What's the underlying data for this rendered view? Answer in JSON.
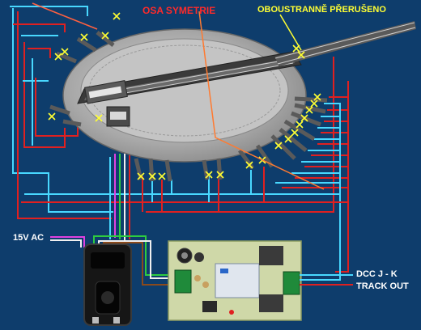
{
  "labels": {
    "symmetry_axis": "OSA SYMETRIE",
    "double_break": "OBOUSTRANNĚ PŘERUŠENO",
    "power_in": "15V AC",
    "dcc_in": "DCC J - K",
    "track_out": "TRACK OUT"
  },
  "colors": {
    "background": "#0e3d6c",
    "wire_red": "#e02020",
    "wire_cyan": "#48d8ff",
    "wire_green": "#2ecc40",
    "wire_magenta": "#e040e0",
    "wire_white": "#f0f0f0",
    "wire_brown": "#8b4a1c",
    "insulator_mark": "#ffff33",
    "pcb": "#cfd8a8"
  },
  "icons": {
    "turntable": "turntable-pit",
    "power_module": "transformer-module",
    "relay_board": "relay-pcb"
  }
}
